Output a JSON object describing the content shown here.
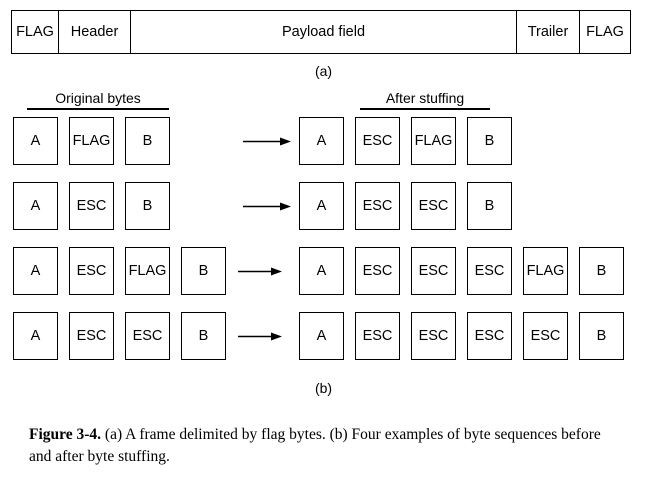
{
  "figure": {
    "part_a_label": "(a)",
    "part_b_label": "(b)",
    "caption_label": "Figure 3-4.",
    "caption_text": " (a) A frame delimited by flag bytes.  (b) Four examples of byte sequences before and after byte stuffing."
  },
  "frame": {
    "fields": [
      {
        "label": "FLAG"
      },
      {
        "label": "Header"
      },
      {
        "label": "Payload field"
      },
      {
        "label": "Trailer"
      },
      {
        "label": "FLAG"
      }
    ]
  },
  "stuffing": {
    "headings": {
      "before": "Original bytes",
      "after": "After stuffing"
    },
    "arrow_icon": "right-arrow-icon",
    "rows": [
      {
        "before": [
          "A",
          "FLAG",
          "B"
        ],
        "after": [
          "A",
          "ESC",
          "FLAG",
          "B"
        ]
      },
      {
        "before": [
          "A",
          "ESC",
          "B"
        ],
        "after": [
          "A",
          "ESC",
          "ESC",
          "B"
        ]
      },
      {
        "before": [
          "A",
          "ESC",
          "FLAG",
          "B"
        ],
        "after": [
          "A",
          "ESC",
          "ESC",
          "ESC",
          "FLAG",
          "B"
        ]
      },
      {
        "before": [
          "A",
          "ESC",
          "ESC",
          "B"
        ],
        "after": [
          "A",
          "ESC",
          "ESC",
          "ESC",
          "ESC",
          "B"
        ]
      }
    ]
  },
  "colors": {
    "ink": "#000000",
    "paper": "#ffffff"
  }
}
